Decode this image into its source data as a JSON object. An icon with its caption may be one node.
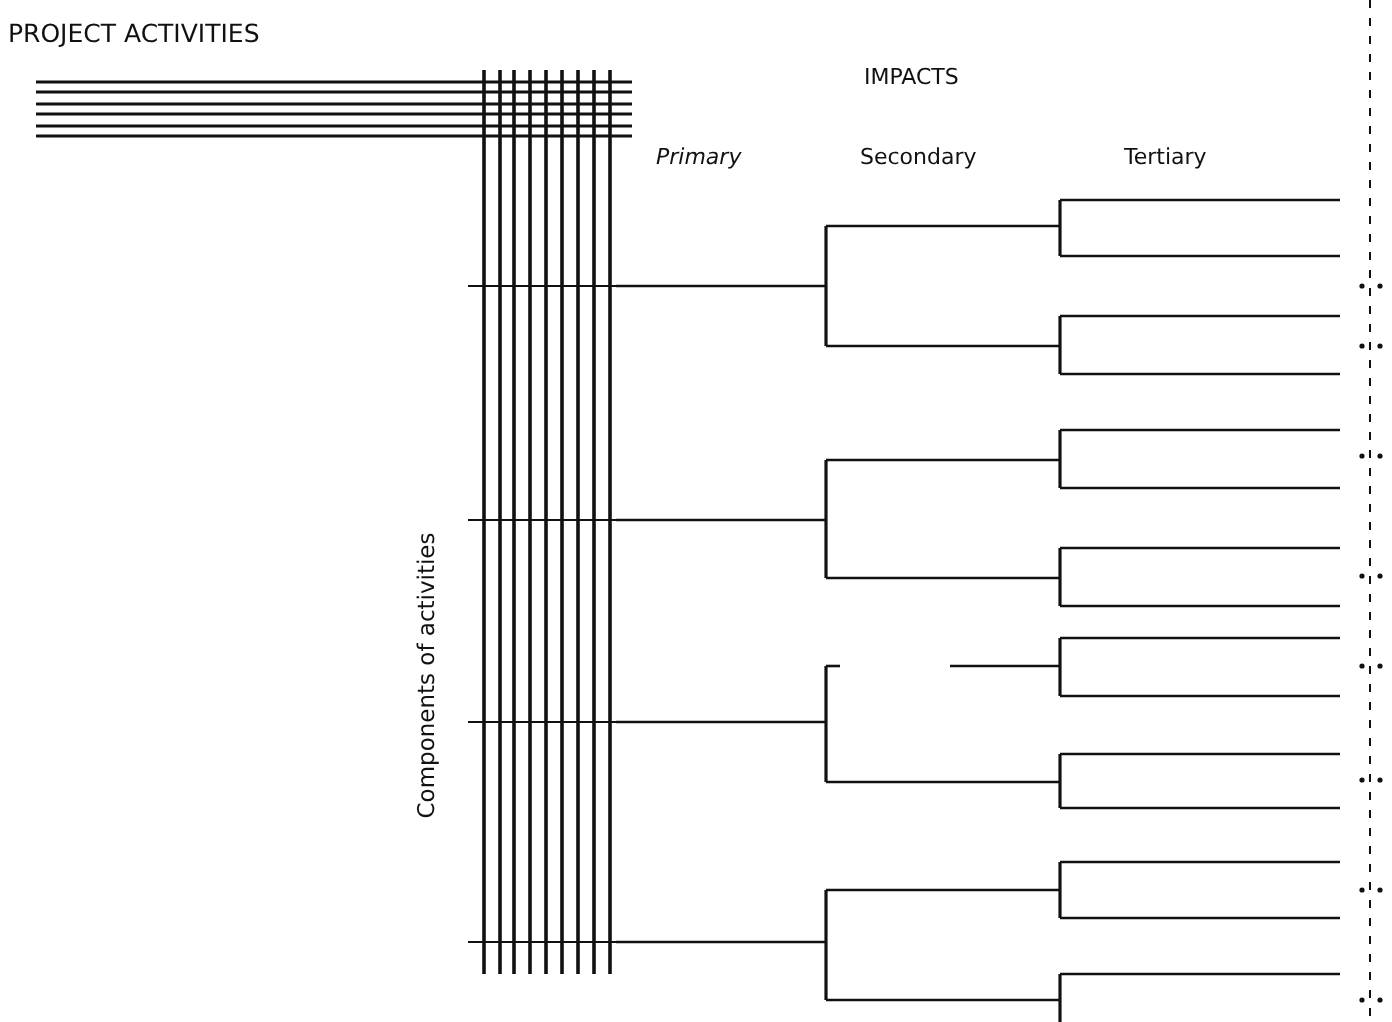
{
  "diagram": {
    "labels": [
      "PROJECT ACTIVITIES",
      "IMPACTS",
      "Primary",
      "Secondary",
      "Tertiary",
      "Components of activities"
    ]
  }
}
